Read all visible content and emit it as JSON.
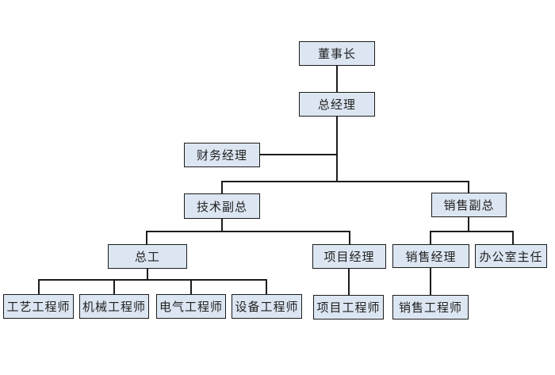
{
  "diagram": {
    "type": "organization-chart",
    "nodes": {
      "chairman": {
        "label": "董事长"
      },
      "general_manager": {
        "label": "总经理"
      },
      "finance_manager": {
        "label": "财务经理"
      },
      "tech_vp": {
        "label": "技术副总"
      },
      "sales_vp": {
        "label": "销售副总"
      },
      "chief_engineer": {
        "label": "总工"
      },
      "project_manager": {
        "label": "项目经理"
      },
      "sales_manager": {
        "label": "销售经理"
      },
      "office_director": {
        "label": "办公室主任"
      },
      "process_engineer": {
        "label": "工艺工程师"
      },
      "mechanical_engineer": {
        "label": "机械工程师"
      },
      "electrical_engineer": {
        "label": "电气工程师"
      },
      "equipment_engineer": {
        "label": "设备工程师"
      },
      "project_engineer": {
        "label": "项目工程师"
      },
      "sales_engineer": {
        "label": "销售工程师"
      }
    },
    "hierarchy": [
      {
        "parent": "chairman",
        "children": [
          "general_manager"
        ]
      },
      {
        "parent": "general_manager",
        "children": [
          "finance_manager",
          "tech_vp",
          "sales_vp"
        ]
      },
      {
        "parent": "tech_vp",
        "children": [
          "chief_engineer",
          "project_manager"
        ]
      },
      {
        "parent": "sales_vp",
        "children": [
          "sales_manager",
          "office_director"
        ]
      },
      {
        "parent": "chief_engineer",
        "children": [
          "process_engineer",
          "mechanical_engineer",
          "electrical_engineer",
          "equipment_engineer"
        ]
      },
      {
        "parent": "project_manager",
        "children": [
          "project_engineer"
        ]
      },
      {
        "parent": "sales_manager",
        "children": [
          "sales_engineer"
        ]
      }
    ],
    "colors": {
      "node_fill": "#dce6f2",
      "node_border": "#1c1c1c",
      "connector": "#1c1c1c",
      "text": "#1f1f1f",
      "background": "#ffffff"
    }
  }
}
